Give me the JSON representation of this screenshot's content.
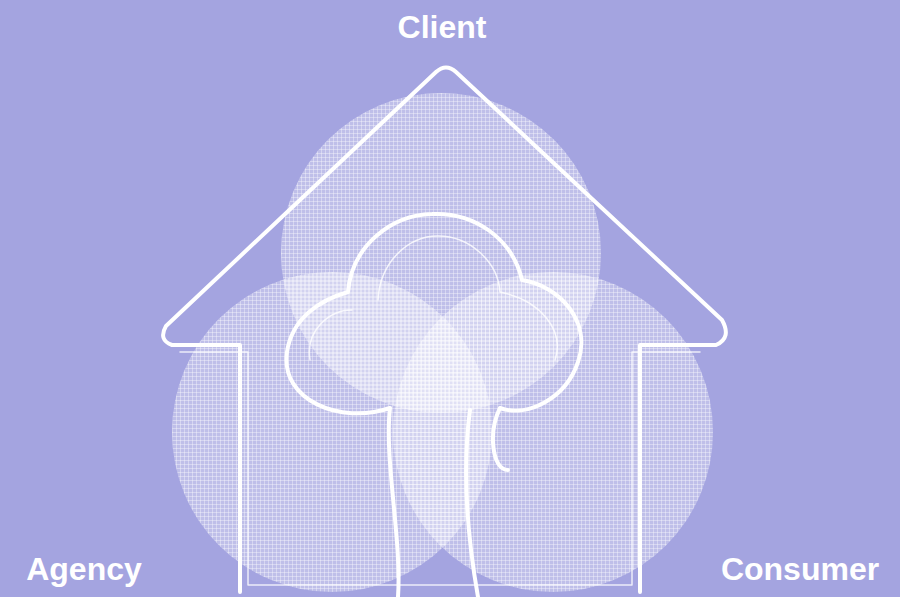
{
  "diagram": {
    "nodes": [
      {
        "text": [
          "Client"
        ]
      },
      {
        "text": [
          "Agency"
        ]
      },
      {
        "text": [
          "Consumer"
        ]
      }
    ]
  }
}
